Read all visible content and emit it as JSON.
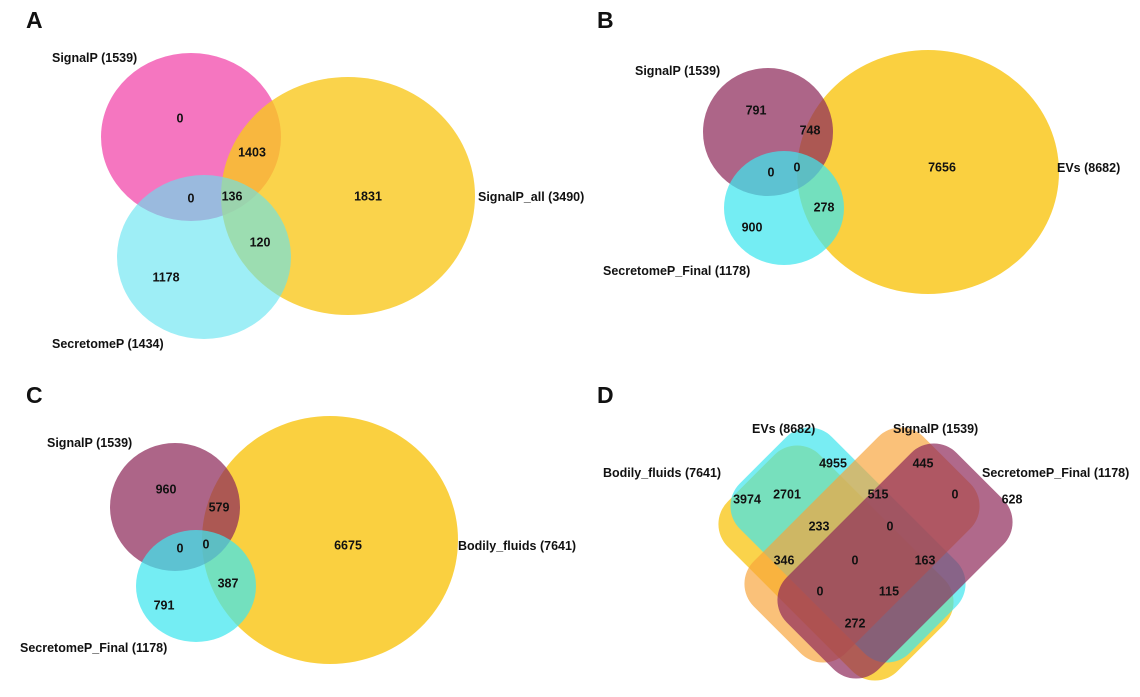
{
  "panels": {
    "a": {
      "letter": "A",
      "sets": {
        "signalp": "SignalP (1539)",
        "signalp_all": "SignalP_all (3490)",
        "secretomep": "SecretomeP (1434)"
      },
      "counts": {
        "signalp_only": "0",
        "signalp_signalpall": "1403",
        "center": "136",
        "signalp_secretomep": "0",
        "signalpall_only": "1831",
        "signalpall_secretomep": "120",
        "secretomep_only": "1178"
      },
      "colors": {
        "signalp": "#f24fae",
        "signalp_all": "#f9c81e",
        "secretomep": "#63e3f0"
      }
    },
    "b": {
      "letter": "B",
      "sets": {
        "signalp": "SignalP (1539)",
        "evs": "EVs (8682)",
        "secretomep_final": "SecretomeP_Final (1178)"
      },
      "counts": {
        "signalp_only": "791",
        "signalp_evs": "748",
        "signalp_secretomep": "0",
        "center": "0",
        "evs_only": "7656",
        "evs_secretomep": "278",
        "secretomep_only": "900"
      },
      "colors": {
        "signalp": "#8e2a5a",
        "evs": "#f9c81e",
        "secretomep_final": "#3fe6ee"
      }
    },
    "c": {
      "letter": "C",
      "sets": {
        "signalp": "SignalP (1539)",
        "bodily_fluids": "Bodily_fluids (7641)",
        "secretomep_final": "SecretomeP_Final (1178)"
      },
      "counts": {
        "signalp_only": "960",
        "signalp_bodily": "579",
        "signalp_secretomep": "0",
        "center": "0",
        "bodily_only": "6675",
        "bodily_secretomep": "387",
        "secretomep_only": "791"
      },
      "colors": {
        "signalp": "#8e2a5a",
        "bodily_fluids": "#f9c81e",
        "secretomep_final": "#3fe6ee"
      }
    },
    "d": {
      "letter": "D",
      "sets": {
        "bodily_fluids": "Bodily_fluids (7641)",
        "evs": "EVs (8682)",
        "signalp": "SignalP (1539)",
        "secretomep_final": "SecretomeP_Final (1178)"
      },
      "counts": {
        "evs_only": "4955",
        "signalp_only": "445",
        "bodily_only": "3974",
        "secretomep_only": "628",
        "bodily_evs": "2701",
        "evs_signalp": "515",
        "signalp_secretomep": "0",
        "bodily_evs_signalp": "233",
        "evs_signalp_secretomep": "0",
        "bodily_signalp": "346",
        "all_four": "0",
        "evs_secretomep": "163",
        "bodily_signalp_secretomep": "0",
        "bodily_evs_secretomep": "115",
        "bodily_secretomep": "272"
      },
      "colors": {
        "bodily_fluids": "#f9c81e",
        "evs": "#3fe6ee",
        "signalp": "#f7a33a",
        "secretomep_final": "#8e2a5a"
      }
    }
  }
}
